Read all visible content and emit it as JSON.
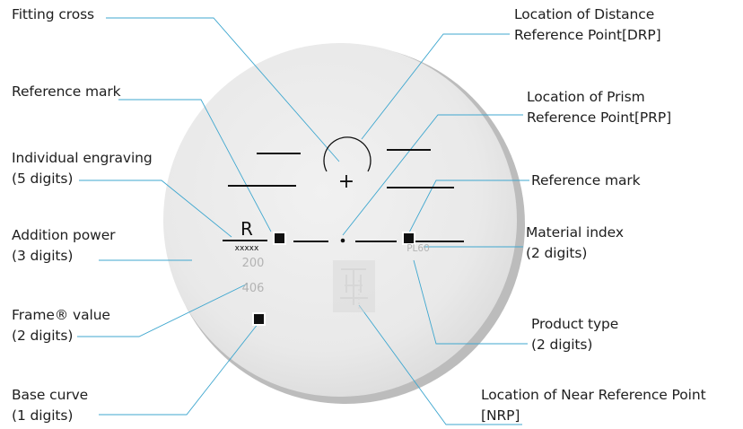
{
  "labels": {
    "fitting_cross": "Fitting cross",
    "reference_mark_left": "Reference mark",
    "individual_engraving": [
      "Individual engraving",
      "(5 digits)"
    ],
    "addition_power": [
      "Addition power",
      "(3 digits)"
    ],
    "frame_value": [
      "Frame® value",
      "(2 digits)"
    ],
    "base_curve": [
      "Base curve",
      "(1 digits)"
    ],
    "drp": [
      "Location of Distance",
      "Reference Point[DRP]"
    ],
    "prp": [
      "Location of Prism",
      "Reference Point[PRP]"
    ],
    "reference_mark_right": "Reference mark",
    "material_index": [
      "Material index",
      "(2 digits)"
    ],
    "product_type": [
      "Product type",
      "(2 digits)"
    ],
    "nrp": [
      "Location of Near Reference Point",
      "[NRP]"
    ]
  },
  "lens": {
    "side_letter": "R",
    "engraving_digits": "xxxxx",
    "addition_value": "200",
    "frame_base_value": "406",
    "material_code": "PL60",
    "cross_symbol": "+"
  },
  "colors": {
    "leader_line": "#3fa7cf",
    "lens_fill": "#e9e9e9",
    "engraving_text": "#b3b3b3"
  }
}
